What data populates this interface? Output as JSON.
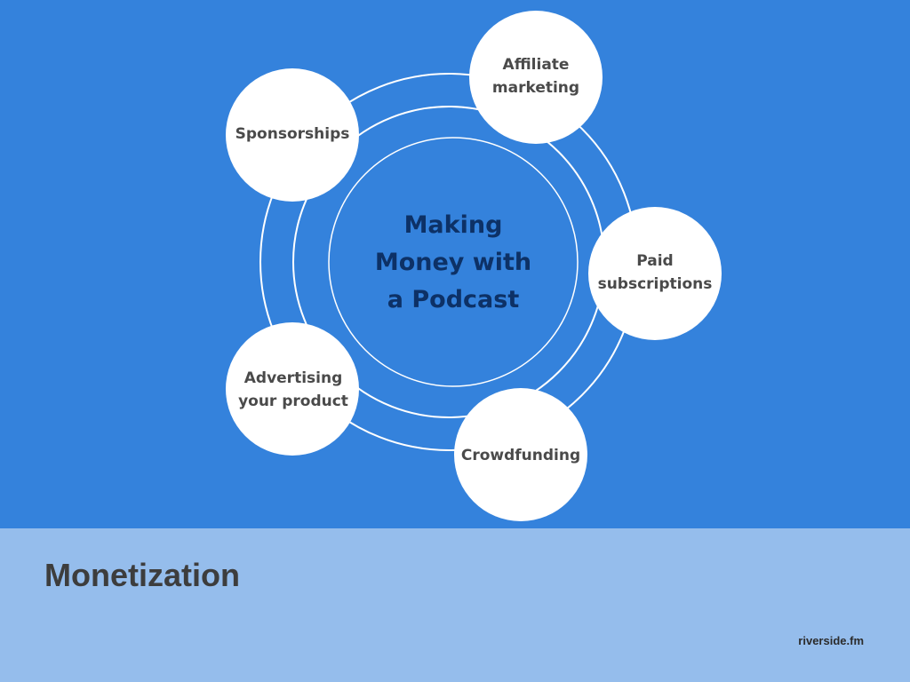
{
  "diagram": {
    "center_text": "Making\nMoney with\na Podcast",
    "nodes": [
      {
        "label": "Affiliate\nmarketing"
      },
      {
        "label": "Paid\nsubscriptions"
      },
      {
        "label": "Crowdfunding"
      },
      {
        "label": "Advertising\nyour product"
      },
      {
        "label": "Sponsorships"
      }
    ]
  },
  "footer": {
    "title": "Monetization",
    "brand": "riverside.fm"
  },
  "colors": {
    "diagram_background": "#3482dc",
    "footer_background": "#95bdec",
    "center_text": "#0d3166",
    "node_fill": "#ffffff",
    "ring_stroke": "#ffffff"
  }
}
